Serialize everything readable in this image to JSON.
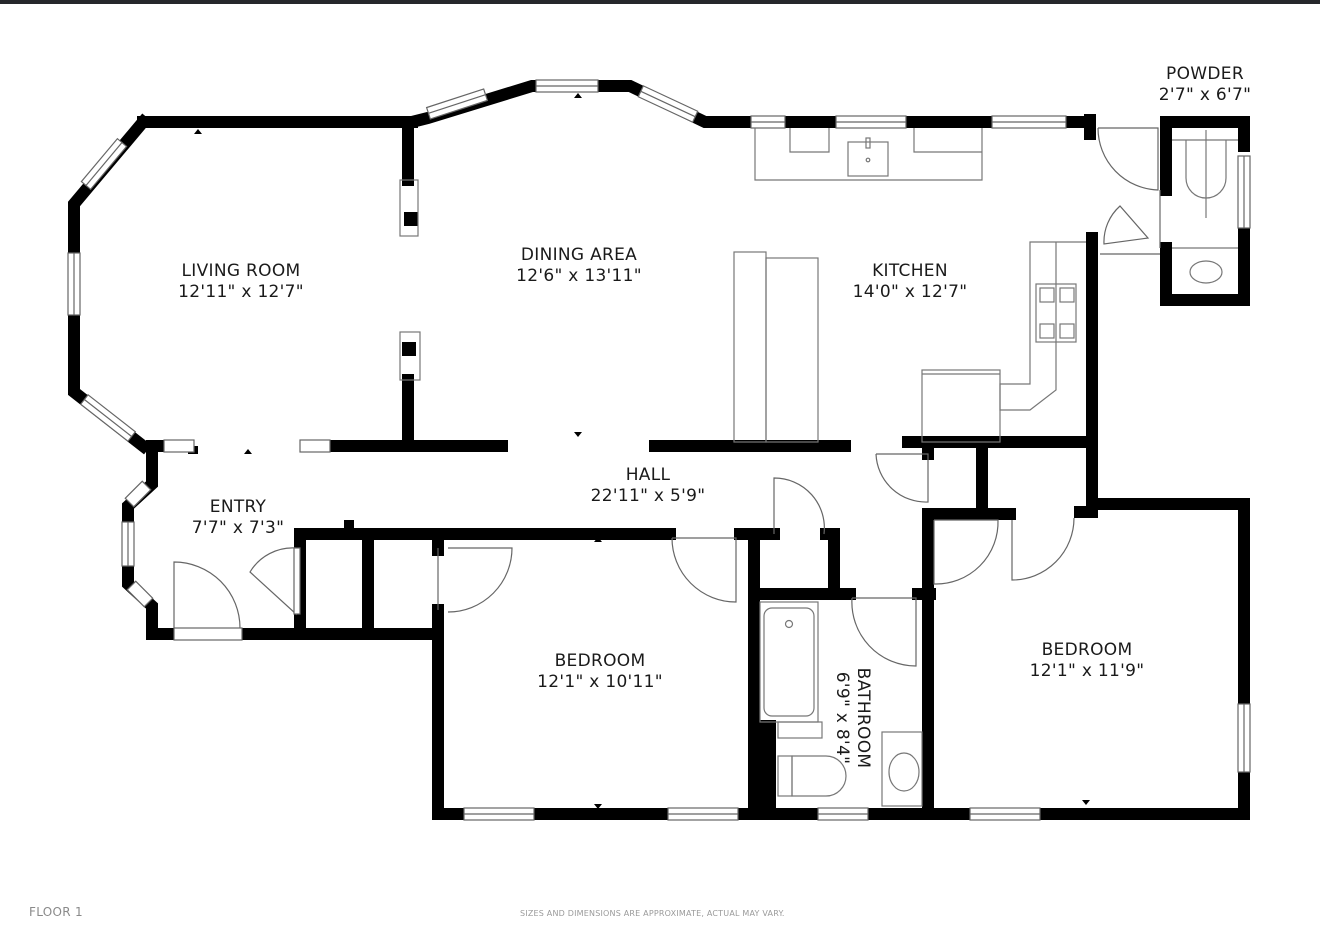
{
  "floor_label": "FLOOR 1",
  "disclaimer": "SIZES AND DIMENSIONS ARE APPROXIMATE, ACTUAL MAY VARY.",
  "colors": {
    "wall": "#000000",
    "fixture_line": "#777777",
    "background": "#ffffff",
    "top_bar": "#26272b"
  },
  "rooms": [
    {
      "name": "LIVING ROOM",
      "dimensions": "12'11\" x 12'7\""
    },
    {
      "name": "DINING AREA",
      "dimensions": "12'6\" x 13'11\""
    },
    {
      "name": "KITCHEN",
      "dimensions": "14'0\" x 12'7\""
    },
    {
      "name": "POWDER",
      "dimensions": "2'7\" x 6'7\""
    },
    {
      "name": "ENTRY",
      "dimensions": "7'7\" x 7'3\""
    },
    {
      "name": "HALL",
      "dimensions": "22'11\" x 5'9\""
    },
    {
      "name": "BEDROOM",
      "dimensions": "12'1\" x 10'11\""
    },
    {
      "name": "BATHROOM",
      "dimensions": "6'9\" x 8'4\""
    },
    {
      "name": "BEDROOM",
      "dimensions": "12'1\" x 11'9\""
    }
  ]
}
